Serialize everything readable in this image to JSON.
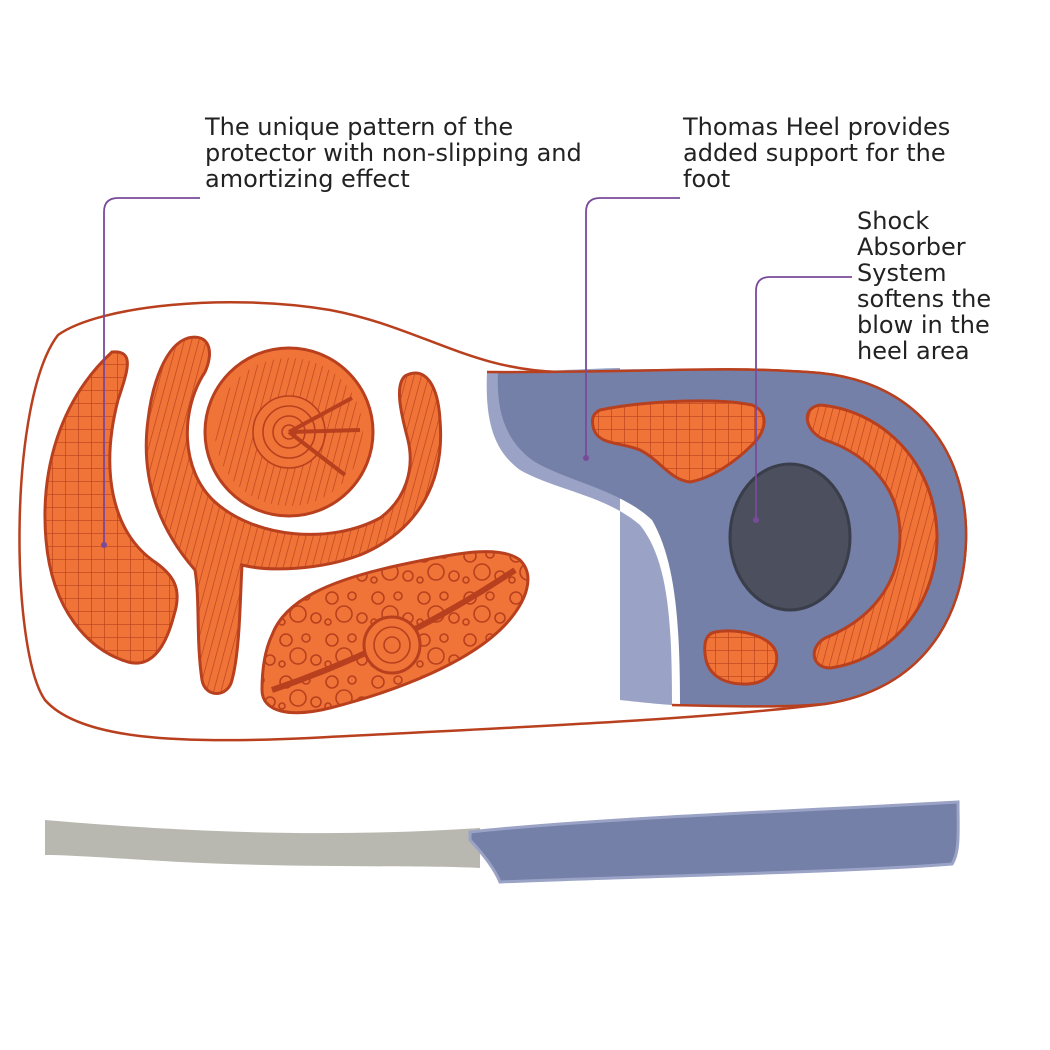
{
  "annotations": {
    "protector": "The unique pattern of the\nprotector with non-slipping and\namortizing effect",
    "thomas_heel": "Thomas Heel provides\nadded support for the\nfoot",
    "shock_absorber": "Shock\nAbsorber\nSystem\nsoftens the\nblow in the\nheel area"
  },
  "colors": {
    "tread_orange": "#f07438",
    "outline_red": "#b8401e",
    "heel_blue": "#7580a8",
    "heel_light_blue": "#9aa3c6",
    "absorber_gray": "#4b4f5e",
    "profile_gray": "#b9b8b0",
    "leader_purple": "#7a4a9a"
  }
}
